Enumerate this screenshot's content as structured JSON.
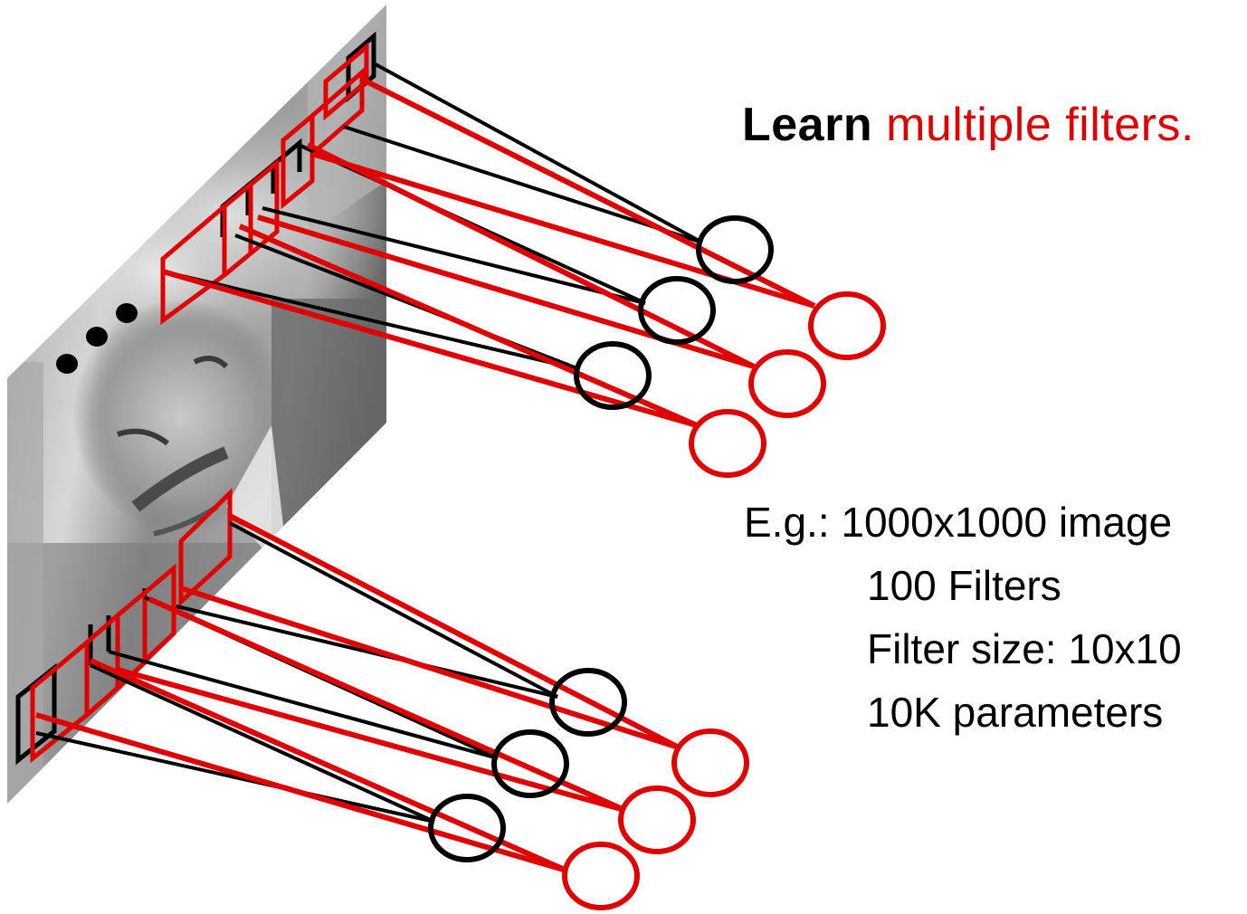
{
  "colors": {
    "red": "#e00000",
    "black": "#000000",
    "plane_light": "#c8c8c8",
    "plane_dark": "#5a5a5a"
  },
  "title": {
    "bold": "Learn",
    "rest": "multiple filters."
  },
  "example": {
    "line1": "E.g.: 1000x1000 image",
    "line2": "100 Filters",
    "line3": "Filter size: 10x10",
    "line4": "10K parameters"
  },
  "icons": {
    "ellipsis": "three-dots-icon",
    "neuron": "circle-neuron-icon"
  }
}
